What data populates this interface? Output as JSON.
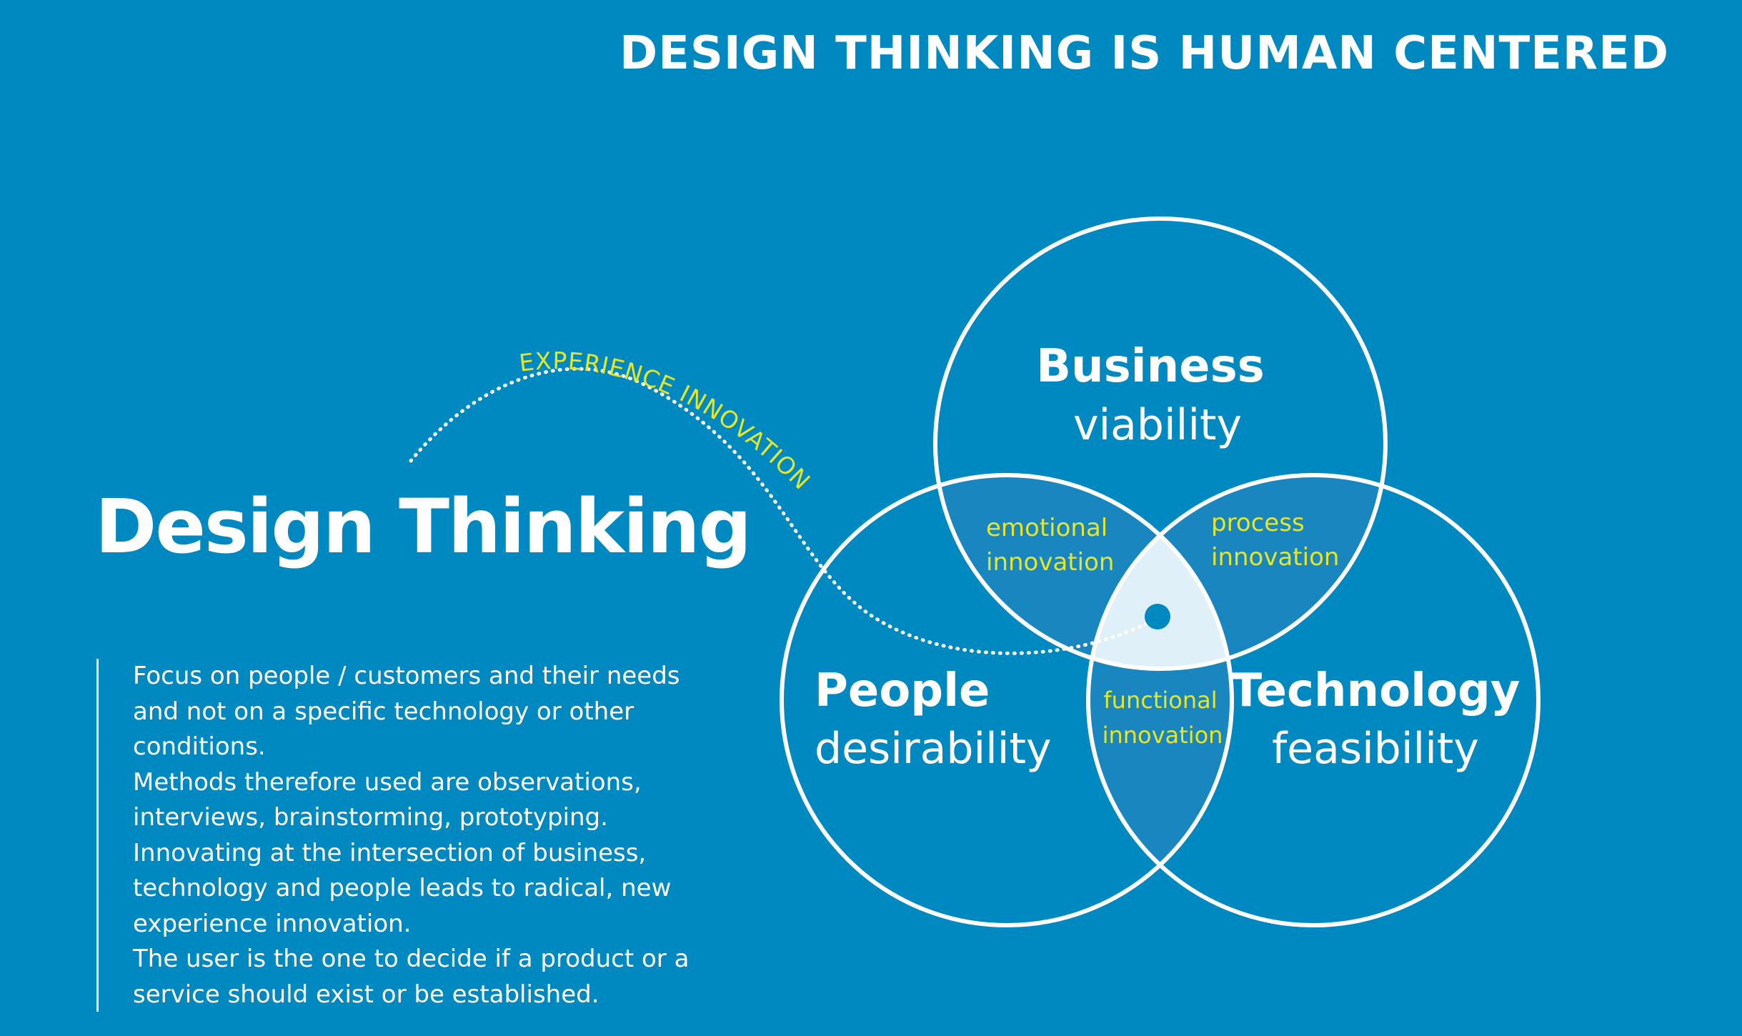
{
  "header": {
    "title": "DESIGN THINKING IS HUMAN CENTERED"
  },
  "main": {
    "heading": "Design Thinking",
    "description": [
      "Focus on people / customers and their needs and not on a specific technology or other conditions.",
      "Methods therefore used are observations, interviews, brainstorming, prototyping.",
      "Innovating at the intersection of business, technology and people leads to radical, new experience innovation.",
      "The user is the one to decide if a product or a service should exist or be established."
    ]
  },
  "venn": {
    "circles": {
      "business": {
        "title": "Business",
        "subtitle": "viability"
      },
      "people": {
        "title": "People",
        "subtitle": "desirability"
      },
      "technology": {
        "title": "Technology",
        "subtitle": "feasibility"
      }
    },
    "intersections": {
      "business_people": {
        "line1": "emotional",
        "line2": "innovation"
      },
      "business_technology": {
        "line1": "process",
        "line2": "innovation"
      },
      "people_technology": {
        "line1": "functional",
        "line2": "innovation"
      }
    },
    "path_label": "EXPERIENCE INNOVATION"
  },
  "colors": {
    "background": "#0088c0",
    "foreground": "#ffffff",
    "accent": "#e4e62a",
    "pair_overlap": "#1a86c0",
    "center_overlap": "#dff0f8"
  }
}
